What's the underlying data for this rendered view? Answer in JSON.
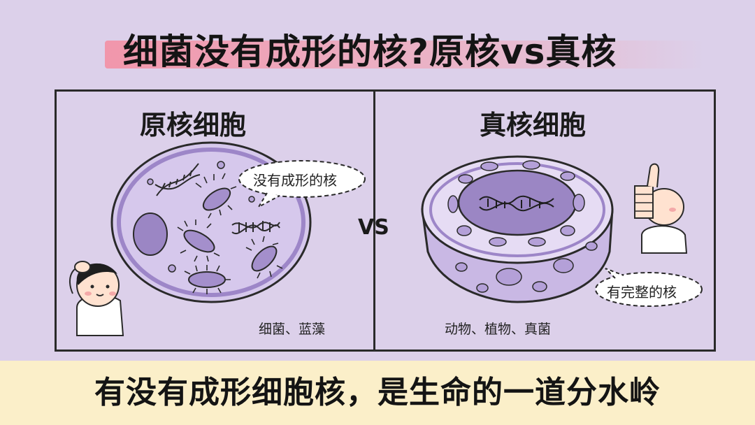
{
  "title": "细菌没有成形的核?原核vs真核",
  "left": {
    "heading": "原核细胞",
    "bubble": "没有成形的核",
    "caption": "细菌、蓝藻"
  },
  "right": {
    "heading": "真核细胞",
    "bubble": "有完整的核",
    "caption": "动物、植物、真菌"
  },
  "vs_label": "VS",
  "bottom_caption": "有没有成形细胞核，是生命的一道分水岭",
  "colors": {
    "background": "#dcd0ea",
    "cell_fill": "#d6c8ec",
    "cell_stroke": "#8c74be",
    "nucleus_fill": "#9b86c4",
    "bottom_band": "#fbefc9",
    "title_highlight": "#f58ca0"
  }
}
